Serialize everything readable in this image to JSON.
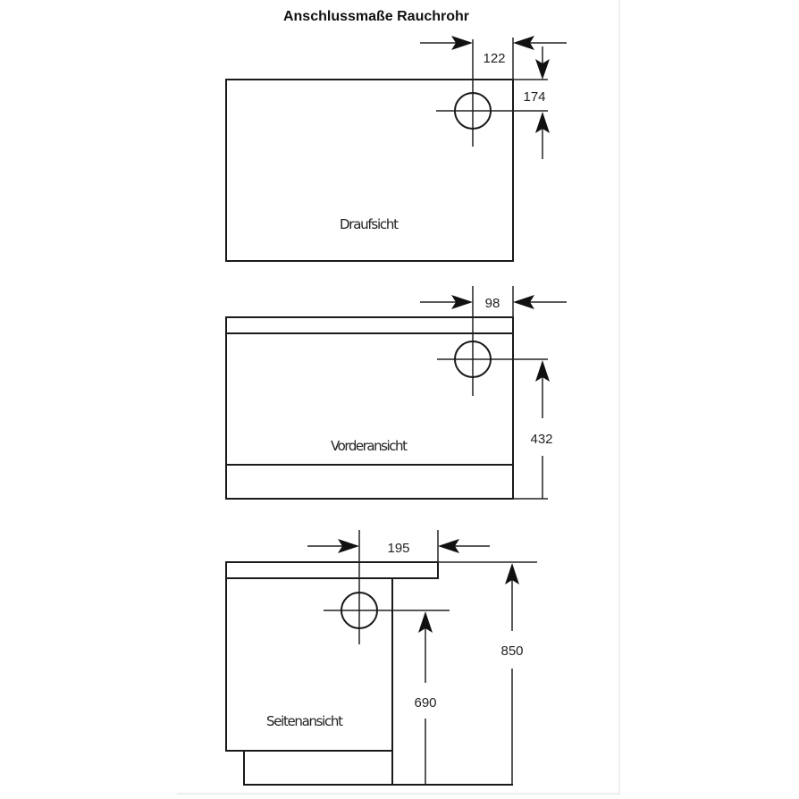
{
  "title": "Anschlussmaße Rauchrohr",
  "views": {
    "top": {
      "label": "Draufsicht",
      "dim_horizontal": "122",
      "dim_vertical": "174"
    },
    "front": {
      "label": "Vorderansicht",
      "dim_horizontal": "98",
      "dim_vertical": "432"
    },
    "side": {
      "label": "Seitenansicht",
      "dim_horizontal": "195",
      "dim_outlet_height": "690",
      "dim_total_height": "850"
    }
  },
  "colors": {
    "line": "#1a1a1a",
    "background": "#ffffff"
  }
}
